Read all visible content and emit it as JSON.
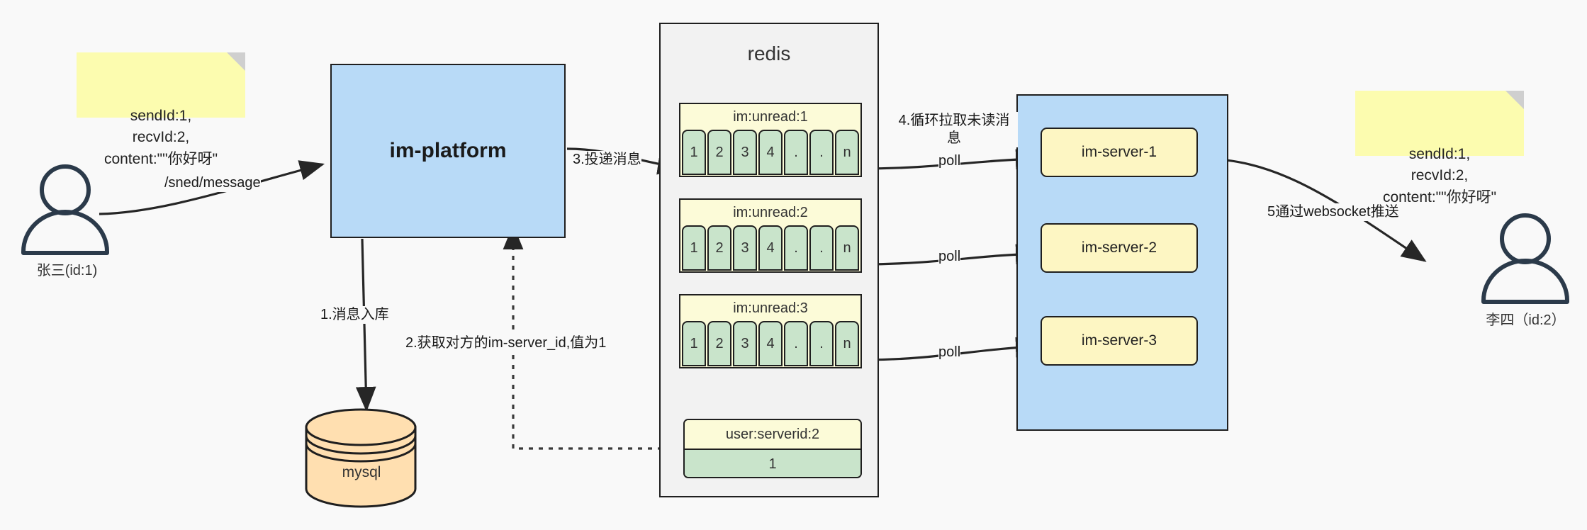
{
  "diagram": {
    "background": "#f9f9f9",
    "colors": {
      "note_yellow": "#fcfcaf",
      "box_blue": "#b8daf7",
      "queue_yellow": "#fcfbd8",
      "cell_green": "#c9e4cb",
      "server_yellow": "#fdf6c3",
      "mysql_orange": "#ffdfb0",
      "stroke": "#1f1f1f",
      "actor_stroke": "#2b3a4a"
    }
  },
  "notes": {
    "left": "sendId:1,\nrecvId:2,\ncontent:\"\"你好呀\"",
    "right": "sendId:1,\nrecvId:2,\ncontent:\"\"你好呀\""
  },
  "actors": {
    "sender": {
      "label": "张三(id:1)",
      "icon": "user-icon"
    },
    "receiver": {
      "label": "李四（id:2）",
      "icon": "user-icon"
    }
  },
  "platform": {
    "label": "im-platform"
  },
  "database": {
    "label": "mysql",
    "icon": "database-cylinder-icon"
  },
  "redis": {
    "title": "redis",
    "queues": [
      {
        "key": "im:unread:1",
        "cells": [
          "1",
          "2",
          "3",
          "4",
          ".",
          ".",
          "n"
        ]
      },
      {
        "key": "im:unread:2",
        "cells": [
          "1",
          "2",
          "3",
          "4",
          ".",
          ".",
          "n"
        ]
      },
      {
        "key": "im:unread:3",
        "cells": [
          "1",
          "2",
          "3",
          "4",
          ".",
          ".",
          "n"
        ]
      }
    ],
    "kv": {
      "key": "user:serverid:2",
      "value": "1"
    }
  },
  "servers": {
    "items": [
      {
        "label": "im-server-1"
      },
      {
        "label": "im-server-2"
      },
      {
        "label": "im-server-3"
      }
    ]
  },
  "edges": {
    "send_message": "/sned/message",
    "step1": "1.消息入库",
    "step2": "2.获取对方的im-server_id,值为1",
    "step3": "3.投递消息",
    "step4": "4.循环拉取未读消\n息",
    "step5": "5通过websocket推送",
    "poll1": "poll",
    "poll2": "poll",
    "poll3": "poll"
  }
}
